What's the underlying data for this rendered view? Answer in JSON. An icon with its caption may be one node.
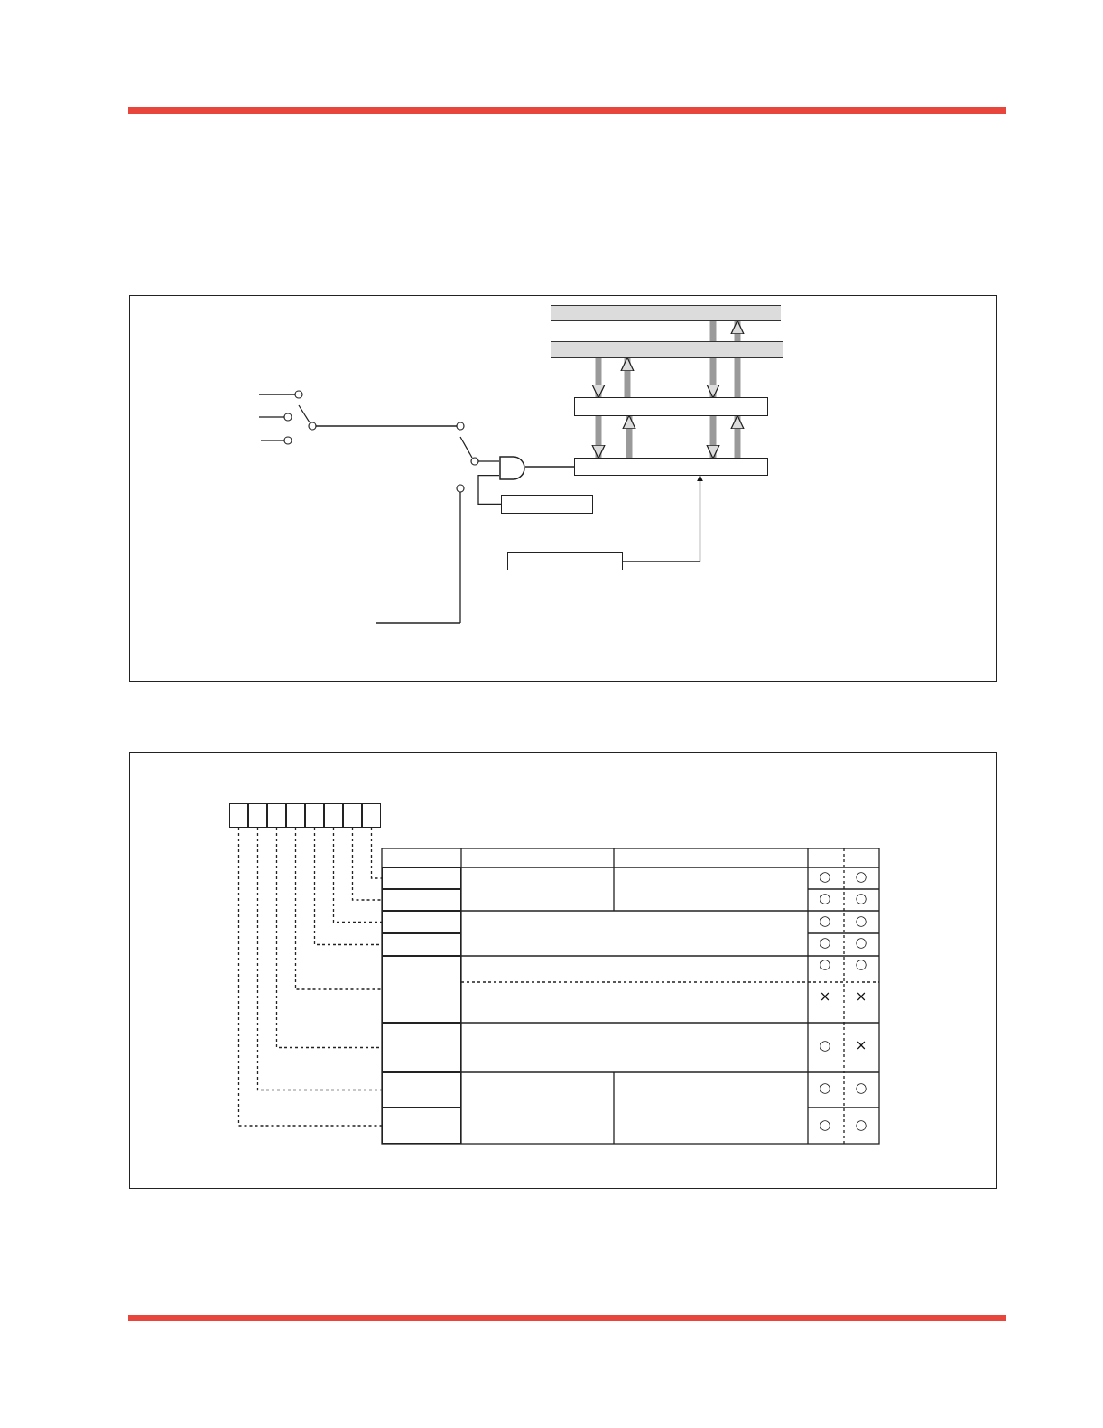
{
  "diagram": {
    "nodes": [
      {
        "text": [],
        "shape": "bar"
      },
      {
        "text": [],
        "shape": "bar"
      },
      {
        "text": [],
        "shape": "box"
      },
      {
        "text": [],
        "shape": "box"
      },
      {
        "text": [],
        "shape": "gate"
      },
      {
        "text": [],
        "shape": "box"
      },
      {
        "text": [],
        "shape": "box"
      },
      {
        "text": [],
        "shape": "box"
      },
      {
        "text": [],
        "shape": "box"
      },
      {
        "text": [],
        "shape": "box"
      },
      {
        "text": [],
        "shape": "box"
      },
      {
        "text": [],
        "shape": "box"
      },
      {
        "text": [],
        "shape": "box"
      },
      {
        "text": [],
        "shape": "box"
      },
      {
        "text": [],
        "shape": "box"
      },
      {
        "text": [],
        "shape": "box"
      },
      {
        "text": [],
        "shape": "box"
      },
      {
        "text": [],
        "shape": "box"
      },
      {
        "text": [],
        "shape": "box"
      },
      {
        "text": [],
        "shape": "box"
      },
      {
        "text": [],
        "shape": "box"
      },
      {
        "text": [],
        "shape": "box"
      },
      {
        "text": [],
        "shape": "box"
      }
    ],
    "edges": [
      {
        "from": 0,
        "to": 2,
        "arrow": "to",
        "style": "thick",
        "color": "#9a9a9a"
      },
      {
        "from": 2,
        "to": 0,
        "arrow": "to",
        "style": "thick",
        "color": "#9a9a9a"
      },
      {
        "from": 1,
        "to": 2,
        "arrow": "to",
        "style": "thick",
        "color": "#9a9a9a"
      },
      {
        "from": 2,
        "to": 1,
        "arrow": "to",
        "style": "thick",
        "color": "#9a9a9a"
      },
      {
        "from": 2,
        "to": 3,
        "arrow": "to",
        "style": "thick",
        "color": "#9a9a9a"
      },
      {
        "from": 3,
        "to": 2,
        "arrow": "to",
        "style": "thick",
        "color": "#9a9a9a"
      },
      {
        "from": 2,
        "to": 3,
        "arrow": "to",
        "style": "thick",
        "color": "#9a9a9a"
      },
      {
        "from": 3,
        "to": 2,
        "arrow": "to",
        "style": "thick",
        "color": "#9a9a9a"
      },
      {
        "from": 4,
        "to": 3,
        "arrow": "none"
      },
      {
        "from": 5,
        "to": 4,
        "arrow": "none"
      },
      {
        "from": 6,
        "to": 3,
        "arrow": "to"
      },
      {
        "from": 7,
        "to": 22,
        "arrow": "none",
        "style": "dashed"
      },
      {
        "from": 8,
        "to": 21,
        "arrow": "none",
        "style": "dashed"
      },
      {
        "from": 9,
        "to": 20,
        "arrow": "none",
        "style": "dashed"
      },
      {
        "from": 10,
        "to": 19,
        "arrow": "none",
        "style": "dashed"
      },
      {
        "from": 11,
        "to": 18,
        "arrow": "none",
        "style": "dashed"
      },
      {
        "from": 12,
        "to": 17,
        "arrow": "none",
        "style": "dashed"
      },
      {
        "from": 13,
        "to": 16,
        "arrow": "none",
        "style": "dashed"
      },
      {
        "from": 14,
        "to": 15,
        "arrow": "none",
        "style": "dashed"
      }
    ],
    "labels": [
      "○",
      "○",
      "○",
      "○",
      "○",
      "○",
      "○",
      "○",
      "○",
      "○",
      "×",
      "×",
      "○",
      "×",
      "○",
      "○",
      "○",
      "○"
    ]
  }
}
